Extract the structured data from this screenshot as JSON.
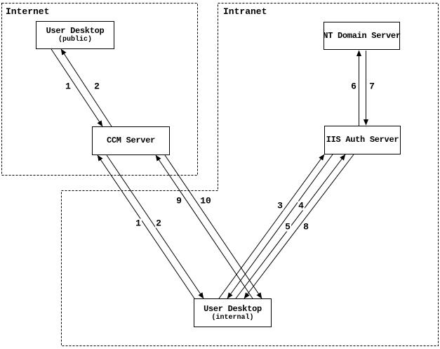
{
  "colors": {
    "background": "#ffffff",
    "line": "#000000"
  },
  "regions": {
    "internet": {
      "label": "Internet"
    },
    "intranet": {
      "label": "Intranet"
    }
  },
  "nodes": {
    "user_desktop_public": {
      "label": "User Desktop",
      "sublabel": "(public)"
    },
    "ccm_server": {
      "label": "CCM Server"
    },
    "nt_domain_server": {
      "label": "NT Domain Server"
    },
    "iis_auth_server": {
      "label": "IIS Auth Server"
    },
    "user_desktop_internal": {
      "label": "User Desktop",
      "sublabel": "(internal)"
    }
  },
  "edge_labels": {
    "public_to_ccm_1": "1",
    "ccm_to_public_2": "2",
    "internal_to_ccm_1": "1",
    "ccm_to_internal_2": "2",
    "internal_to_ccm_9": "9",
    "ccm_to_internal_10": "10",
    "internal_to_iis_3": "3",
    "iis_to_internal_4": "4",
    "internal_to_iis_5": "5",
    "iis_to_internal_8": "8",
    "iis_to_nt_6": "6",
    "nt_to_iis_7": "7"
  }
}
